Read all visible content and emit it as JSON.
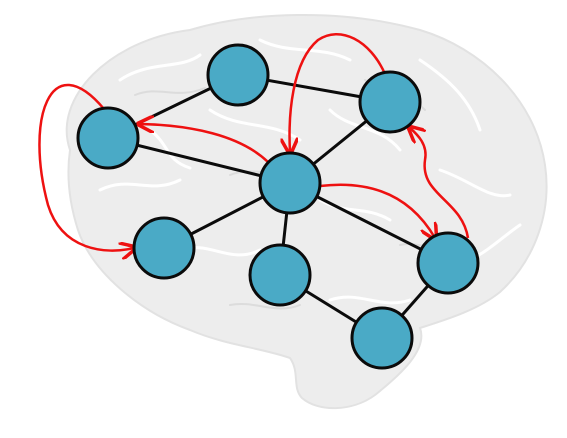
{
  "colors": {
    "node_fill": "#4aaac6",
    "node_stroke": "#0b0b0b",
    "edge": "#0b0b0b",
    "flow": "#ee1111",
    "brain_fill": "#ededed",
    "brain_fold": "#ffffff"
  },
  "graph": {
    "nodes": [
      {
        "id": "n1"
      },
      {
        "id": "n2"
      },
      {
        "id": "n3"
      },
      {
        "id": "n4"
      },
      {
        "id": "n5"
      },
      {
        "id": "n6"
      },
      {
        "id": "n7"
      },
      {
        "id": "n8"
      },
      {
        "id": "n9"
      }
    ],
    "edges": [
      [
        "n2",
        "n1"
      ],
      [
        "n2",
        "n3"
      ],
      [
        "n1",
        "n4"
      ],
      [
        "n3",
        "n4"
      ],
      [
        "n4",
        "n5"
      ],
      [
        "n4",
        "n6"
      ],
      [
        "n4",
        "n7"
      ],
      [
        "n7",
        "n8"
      ],
      [
        "n6",
        "n8"
      ],
      [
        "n8",
        "n9"
      ]
    ],
    "flows": [
      [
        "n1",
        "n5"
      ],
      [
        "n3",
        "n4"
      ],
      [
        "n4",
        "n1"
      ],
      [
        "n4",
        "n7"
      ],
      [
        "n7",
        "n3"
      ]
    ]
  },
  "background": {
    "icon": "brain-outline-icon"
  }
}
